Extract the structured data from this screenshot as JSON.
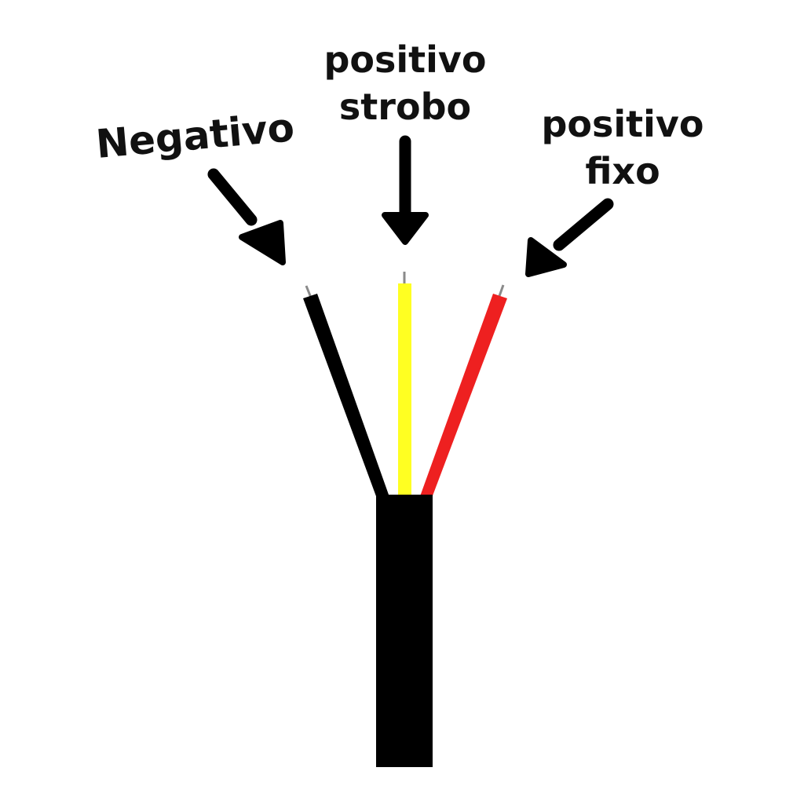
{
  "labels": {
    "negative": "Negativo",
    "strobe_line1": "positivo",
    "strobe_line2": "strobo",
    "fixed_line1": "positivo",
    "fixed_line2": "fixo"
  },
  "colors": {
    "background": "#ffffff",
    "cable_jacket": "#000000",
    "wire_black": "#000000",
    "wire_yellow": "#ffff22",
    "wire_red": "#ee2020",
    "conductor_tip": "#8a8a8a",
    "arrow": "#000000",
    "text": "#111111"
  }
}
